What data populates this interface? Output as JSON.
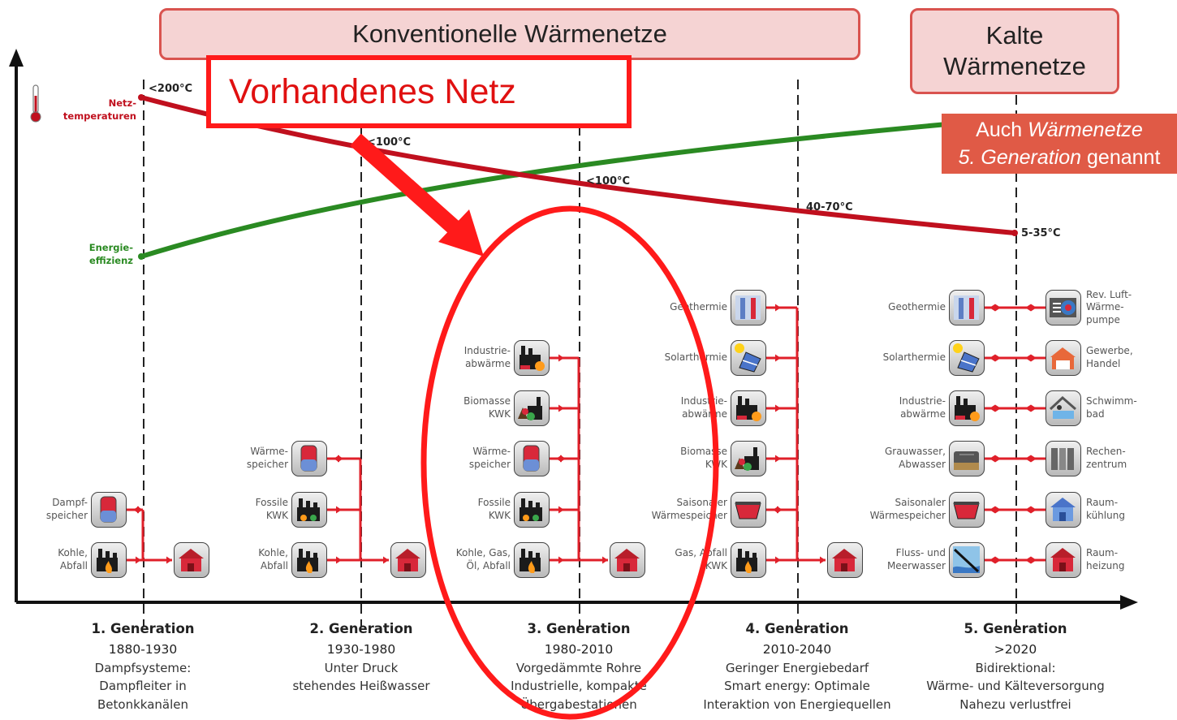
{
  "banners": {
    "conventional": "Konventionelle Wärmenetze",
    "cold_line1": "Kalte",
    "cold_line2": "Wärmenetze"
  },
  "callout": {
    "part1": "Auch ",
    "part2_italic": "Wärmenetze",
    "part3_italic": "5. Generation",
    "part4": " genannt"
  },
  "highlight_label": "Vorhandenes Netz",
  "axis": {
    "temp_line1": "Netz-",
    "temp_line2": "temperaturen",
    "eff_line1": "Energie-",
    "eff_line2": "effizienz"
  },
  "temperatures": [
    "<200°C",
    "<100°C",
    "<100°C",
    "40-70°C",
    "5-35°C"
  ],
  "colors": {
    "temperature_curve": "#c0101e",
    "efficiency_curve": "#2a8a22",
    "pipes": "#e0202a",
    "highlight": "#ff1a1a",
    "banner_fill": "#f5d3d3",
    "callout_fill": "#e05a46"
  },
  "generations": [
    {
      "title": "1. Generation",
      "years": "1880-1930",
      "desc": [
        "Dampfsysteme:",
        "Dampfleiter in",
        "Betonkkanälen"
      ],
      "sources": [
        {
          "label": [
            "Dampf-",
            "speicher"
          ],
          "icon": "storage-tank-icon"
        },
        {
          "label": [
            "Kohle,",
            "Abfall"
          ],
          "icon": "factory-fire-icon"
        }
      ]
    },
    {
      "title": "2. Generation",
      "years": "1930-1980",
      "desc": [
        "Unter Druck",
        "stehendes Heißwasser"
      ],
      "sources": [
        {
          "label": [
            "Wärme-",
            "speicher"
          ],
          "icon": "storage-tank-icon"
        },
        {
          "label": [
            "Fossile",
            "KWK"
          ],
          "icon": "factory-chp-icon"
        },
        {
          "label": [
            "Kohle,",
            "Abfall"
          ],
          "icon": "factory-fire-icon"
        }
      ]
    },
    {
      "title": "3. Generation",
      "years": "1980-2010",
      "desc": [
        "Vorgedämmte Rohre",
        "Industrielle, kompakte",
        "Übergabestationen"
      ],
      "sources": [
        {
          "label": [
            "Industrie-",
            "abwärme"
          ],
          "icon": "industry-waste-heat-icon"
        },
        {
          "label": [
            "Biomasse",
            "KWK"
          ],
          "icon": "biomass-chp-icon"
        },
        {
          "label": [
            "Wärme-",
            "speicher"
          ],
          "icon": "storage-tank-icon"
        },
        {
          "label": [
            "Fossile",
            "KWK"
          ],
          "icon": "factory-chp-icon"
        },
        {
          "label": [
            "Kohle, Gas,",
            "Öl, Abfall"
          ],
          "icon": "factory-fire-icon"
        }
      ]
    },
    {
      "title": "4. Generation",
      "years": "2010-2040",
      "desc": [
        "Geringer Energiebedarf",
        "Smart energy: Optimale",
        "Interaktion von Energiequellen"
      ],
      "sources": [
        {
          "label": [
            "Geothermie"
          ],
          "icon": "geothermal-icon"
        },
        {
          "label": [
            "Solarthermie"
          ],
          "icon": "solar-thermal-icon"
        },
        {
          "label": [
            "Industrie-",
            "abwärme"
          ],
          "icon": "industry-waste-heat-icon"
        },
        {
          "label": [
            "Biomasse",
            "KWK"
          ],
          "icon": "biomass-chp-icon"
        },
        {
          "label": [
            "Saisonaler",
            "Wärmespeicher"
          ],
          "icon": "seasonal-storage-icon"
        },
        {
          "label": [
            "Gas, Abfall",
            "KWK"
          ],
          "icon": "factory-fire-icon"
        }
      ]
    },
    {
      "title": "5. Generation",
      "years": ">2020",
      "desc": [
        "Bidirektional:",
        "Wärme- und Kälteversorgung",
        "Nahezu verlustfrei"
      ],
      "sources": [
        {
          "label": [
            "Geothermie"
          ],
          "icon": "geothermal-icon"
        },
        {
          "label": [
            "Solarthermie"
          ],
          "icon": "solar-thermal-icon"
        },
        {
          "label": [
            "Industrie-",
            "abwärme"
          ],
          "icon": "industry-waste-heat-icon"
        },
        {
          "label": [
            "Grauwasser,",
            "Abwasser"
          ],
          "icon": "greywater-icon"
        },
        {
          "label": [
            "Saisonaler",
            "Wärmespeicher"
          ],
          "icon": "seasonal-storage-icon"
        },
        {
          "label": [
            "Fluss- und",
            "Meerwasser"
          ],
          "icon": "river-water-icon"
        }
      ],
      "consumers": [
        {
          "label": [
            "Rev. Luft-",
            "Wärme-",
            "pumpe"
          ],
          "icon": "heat-pump-icon"
        },
        {
          "label": [
            "Gewerbe,",
            "Handel"
          ],
          "icon": "commerce-icon"
        },
        {
          "label": [
            "Schwimm-",
            "bad"
          ],
          "icon": "swimming-pool-icon"
        },
        {
          "label": [
            "Rechen-",
            "zentrum"
          ],
          "icon": "data-center-icon"
        },
        {
          "label": [
            "Raum-",
            "kühlung"
          ],
          "icon": "room-cooling-icon"
        },
        {
          "label": [
            "Raum-",
            "heizung"
          ],
          "icon": "room-heating-icon"
        }
      ]
    }
  ],
  "consumer_icon": "house-icon"
}
